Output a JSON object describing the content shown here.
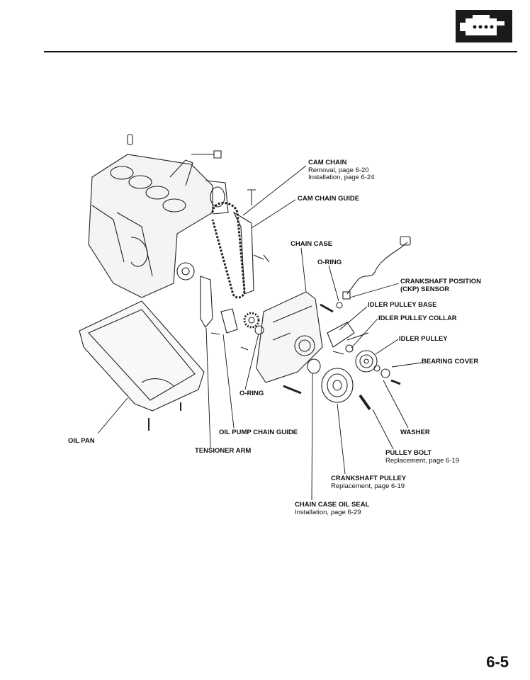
{
  "page_number": "6-5",
  "header_icon": "engine-icon",
  "labels": {
    "cam_chain": {
      "title": "CAM CHAIN",
      "sub1": "Removal, page 6-20",
      "sub2": "Installation, page 6-24"
    },
    "cam_chain_guide": {
      "title": "CAM CHAIN GUIDE"
    },
    "chain_case": {
      "title": "CHAIN CASE"
    },
    "o_ring_top": {
      "title": "O-RING"
    },
    "ckp_sensor": {
      "title": "CRANKSHAFT POSITION",
      "sub1": "(CKP) SENSOR"
    },
    "idler_pulley_base": {
      "title": "IDLER PULLEY BASE"
    },
    "idler_pulley_collar": {
      "title": "IDLER PULLEY COLLAR"
    },
    "idler_pulley": {
      "title": "IDLER PULLEY"
    },
    "bearing_cover": {
      "title": "BEARING COVER"
    },
    "o_ring_bottom": {
      "title": "O-RING"
    },
    "oil_pump_chain_guide": {
      "title": "OIL PUMP CHAIN GUIDE"
    },
    "oil_pan": {
      "title": "OIL PAN"
    },
    "tensioner_arm": {
      "title": "TENSIONER ARM"
    },
    "washer": {
      "title": "WASHER"
    },
    "pulley_bolt": {
      "title": "PULLEY BOLT",
      "sub1": "Replacement, page 6-19"
    },
    "crankshaft_pulley": {
      "title": "CRANKSHAFT PULLEY",
      "sub1": "Replacement, page 6-19"
    },
    "chain_case_oil_seal": {
      "title": "CHAIN CASE OIL SEAL",
      "sub1": "Installation, page 6-29"
    }
  }
}
